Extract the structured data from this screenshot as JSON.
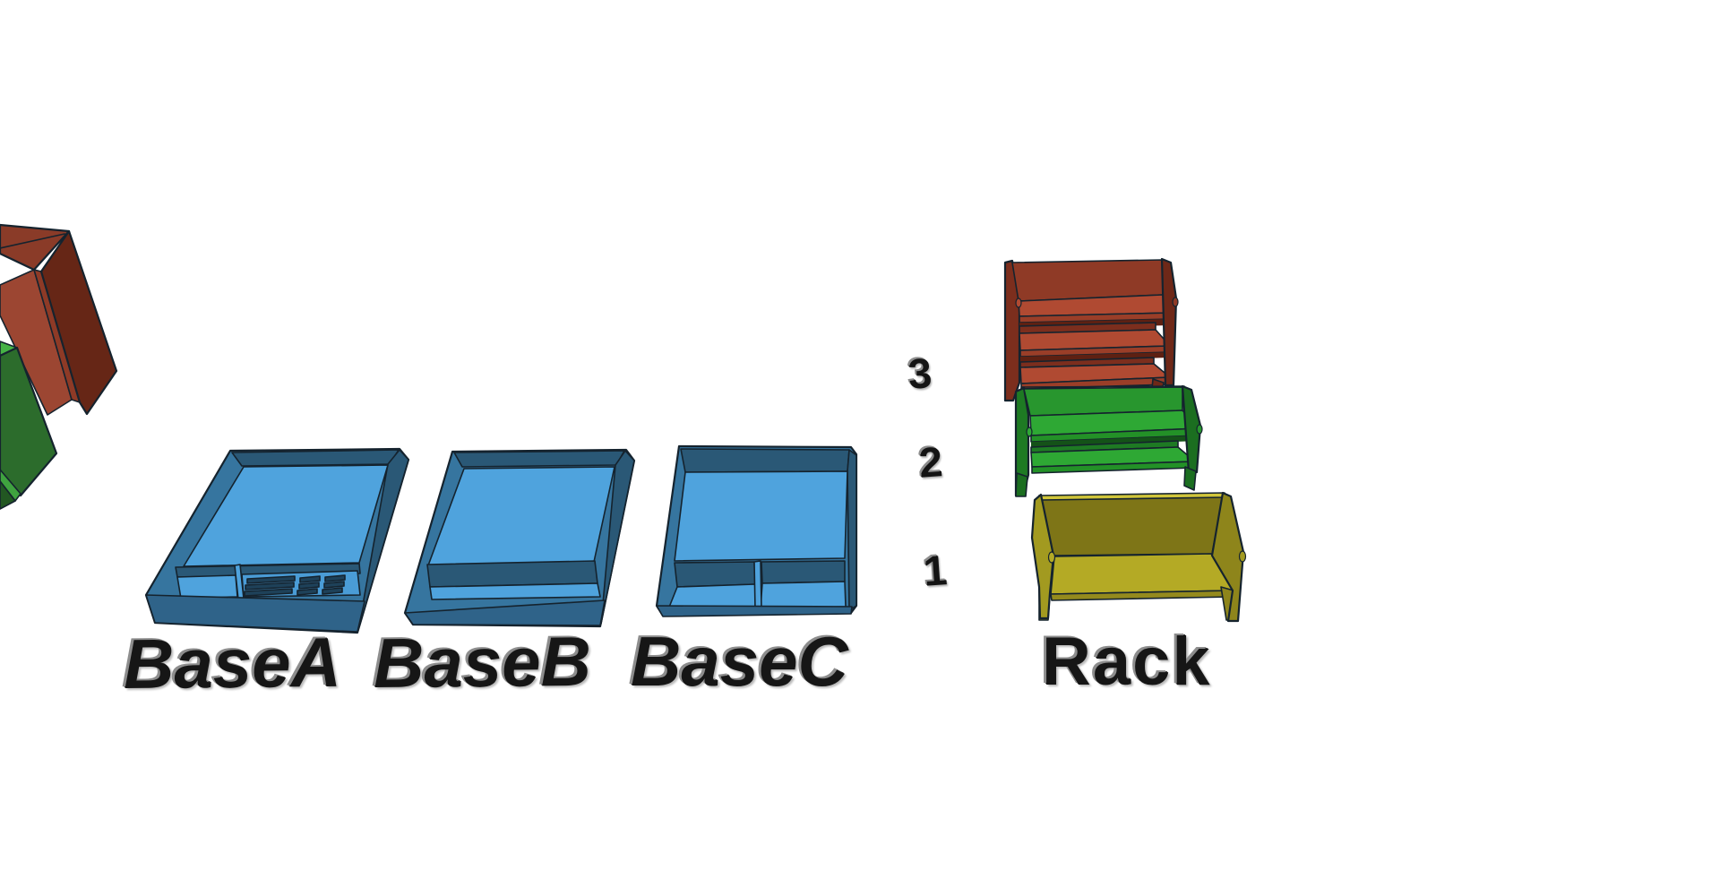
{
  "viewport": {
    "background": "#ffffff"
  },
  "trays": {
    "a": {
      "label": "BaseA"
    },
    "b": {
      "label": "BaseB"
    },
    "c": {
      "label": "BaseC"
    }
  },
  "racks": {
    "label": "Rack",
    "tiers": {
      "t3": "3",
      "t2": "2",
      "t1": "1"
    }
  },
  "colors": {
    "background": "#ffffff",
    "tray_floor": "#4FA3DD",
    "tray_floor_plate": "#4A9CD6",
    "tray_wall_outer": "#36759F",
    "tray_wall_inner": "#2A5876",
    "tray_wall_front": "#2F6389",
    "tray_slot": "#1E4159",
    "rack3_shelf": "#B04A32",
    "rack3_back": "#8F3A26",
    "rack3_side": "#7C2E1D",
    "rack3_side_dark": "#6E2818",
    "rack3_edge": "#9A3E28",
    "rack3_shadow": "#5E2012",
    "rack2_shelf": "#2EA834",
    "rack2_back": "#28962E",
    "rack2_side": "#1E7A23",
    "rack2_side_dark": "#1B6E20",
    "rack2_edge": "#239127",
    "rack2_shadow": "#145218",
    "rack1_shelf": "#B4AA25",
    "rack1_back": "#7E7517",
    "rack1_side": "#A29A20",
    "rack1_side_dark": "#8E851B",
    "rack1_edge": "#948A1D",
    "rack1_bright": "#D0C53A",
    "box_red_top": "#8A3B28",
    "box_red_left": "#9C4632",
    "box_red_right": "#662616",
    "box_red_strip": "#8E3A26",
    "box_green_edge": "#46B246",
    "box_green_face": "#2C6C2C",
    "box_green_strip": "#3FA23F",
    "box_green_bottom": "#225722",
    "label_text": "#161616"
  }
}
